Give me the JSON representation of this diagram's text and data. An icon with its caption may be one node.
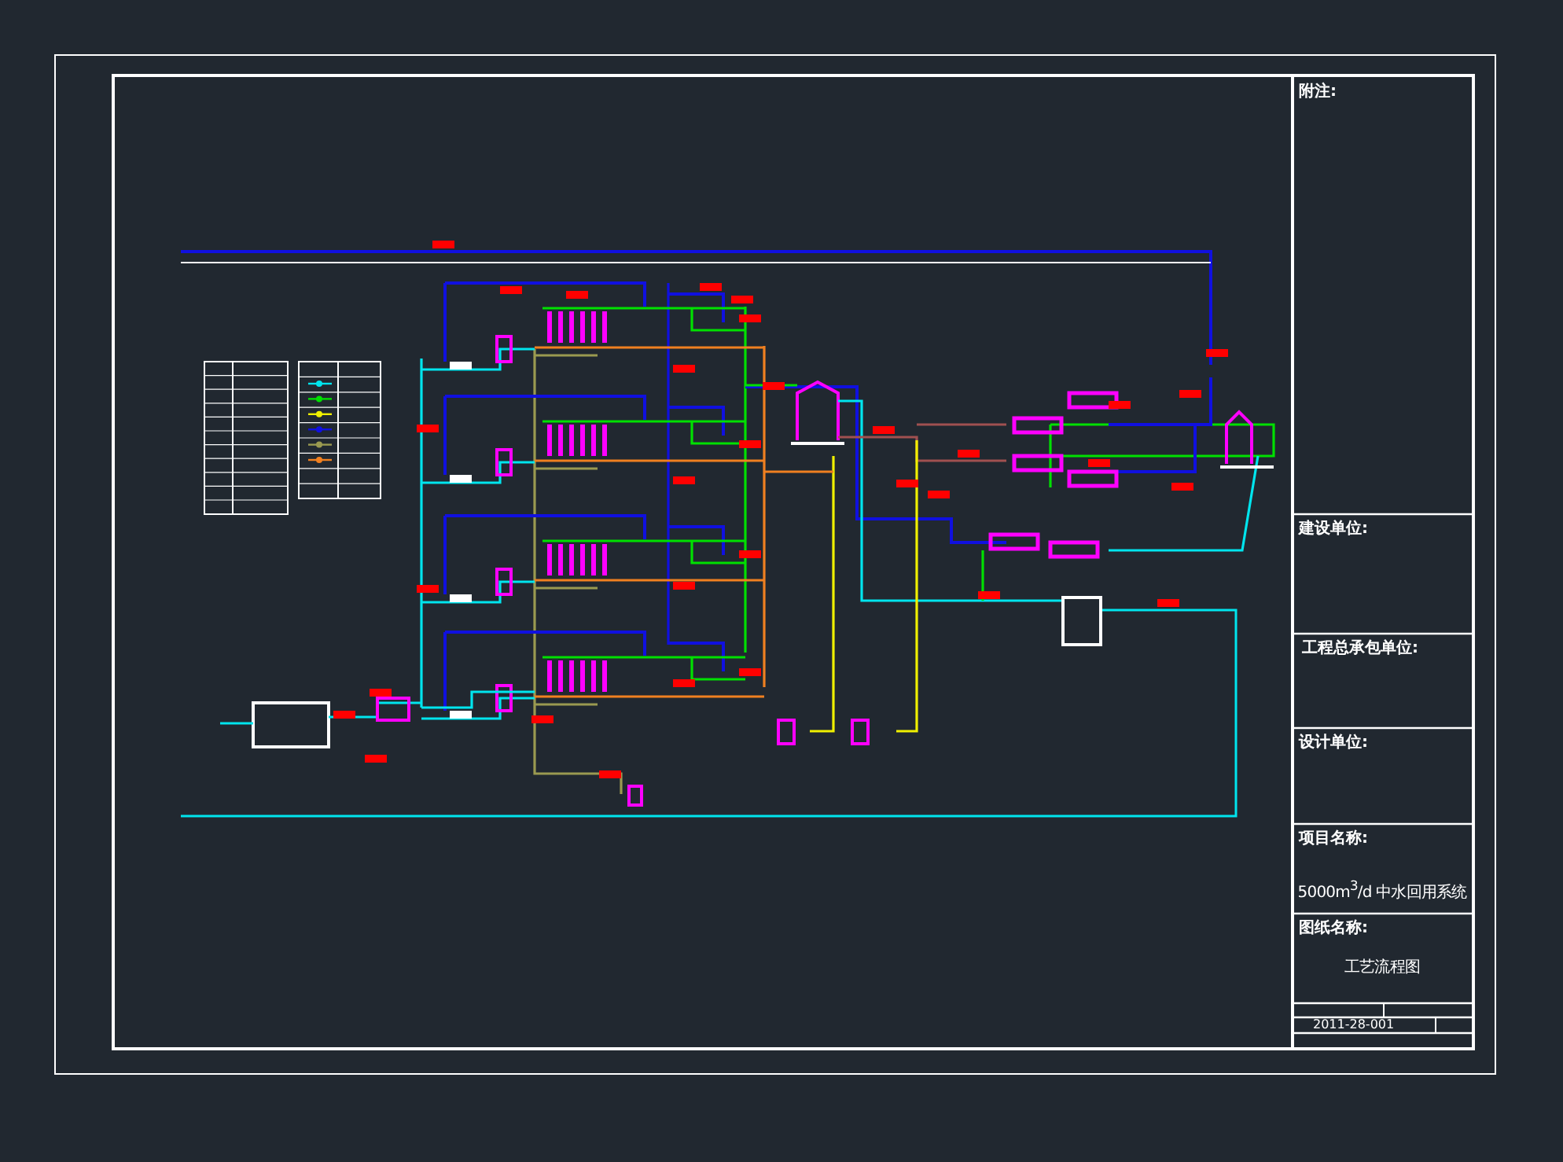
{
  "diagram": {
    "labels": [
      "附注:",
      "建设单位:",
      "工程总承包单位:",
      "设计单位:",
      "项目名称:",
      "5000m$^{3}$/d 中水回用系统",
      "图纸名称:",
      "工艺流程图",
      "2011-28-001"
    ]
  }
}
